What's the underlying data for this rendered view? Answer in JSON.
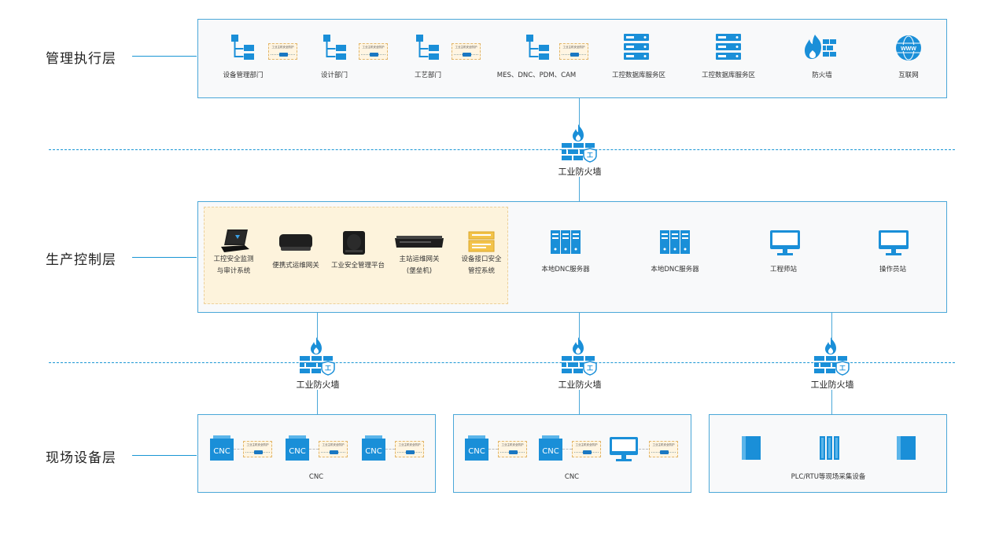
{
  "layers": {
    "management": "管理执行层",
    "production": "生产控制层",
    "field": "现场设备层"
  },
  "chip_text": "工业主机安全防护",
  "management": {
    "items": [
      {
        "label": "设备管理部门",
        "icon": "org-chart-icon"
      },
      {
        "label": "设计部门",
        "icon": "org-chart-icon"
      },
      {
        "label": "工艺部门",
        "icon": "org-chart-icon"
      },
      {
        "label": "MES、DNC、PDM、CAM",
        "icon": "org-chart-icon"
      },
      {
        "label": "工控数据库服务区",
        "icon": "server-rack-icon"
      },
      {
        "label": "工控数据库服务区",
        "icon": "server-rack-icon"
      },
      {
        "label": "防火墙",
        "icon": "firewall-icon"
      },
      {
        "label": "互联网",
        "icon": "globe-www-icon"
      }
    ]
  },
  "firewall_label": "工业防火墙",
  "firewall_badge": "工",
  "production": {
    "security_items": [
      {
        "label": "工控安全监测\n与审计系统",
        "icon": "laptop-icon"
      },
      {
        "label": "便携式运维网关",
        "icon": "gateway-device-icon"
      },
      {
        "label": "工业安全管理平台",
        "icon": "server-tower-icon"
      },
      {
        "label": "主站运维网关\n(堡垒机)",
        "icon": "rack-appliance-icon"
      },
      {
        "label": "设备接口安全\n管控系统",
        "icon": "interface-control-icon"
      }
    ],
    "items": [
      {
        "label": "本地DNC服务器",
        "icon": "dnc-server-icon"
      },
      {
        "label": "本地DNC服务器",
        "icon": "dnc-server-icon"
      },
      {
        "label": "工程师站",
        "icon": "monitor-icon"
      },
      {
        "label": "操作员站",
        "icon": "monitor-icon"
      }
    ]
  },
  "field": {
    "cnc_label": "CNC",
    "groups": [
      {
        "caption": "CNC"
      },
      {
        "caption": "CNC"
      },
      {
        "caption": "PLC/RTU等现场采集设备"
      }
    ]
  },
  "colors": {
    "accent": "#1a8fd8",
    "line": "#4aa7d8",
    "highlight": "#fdf3dc"
  }
}
